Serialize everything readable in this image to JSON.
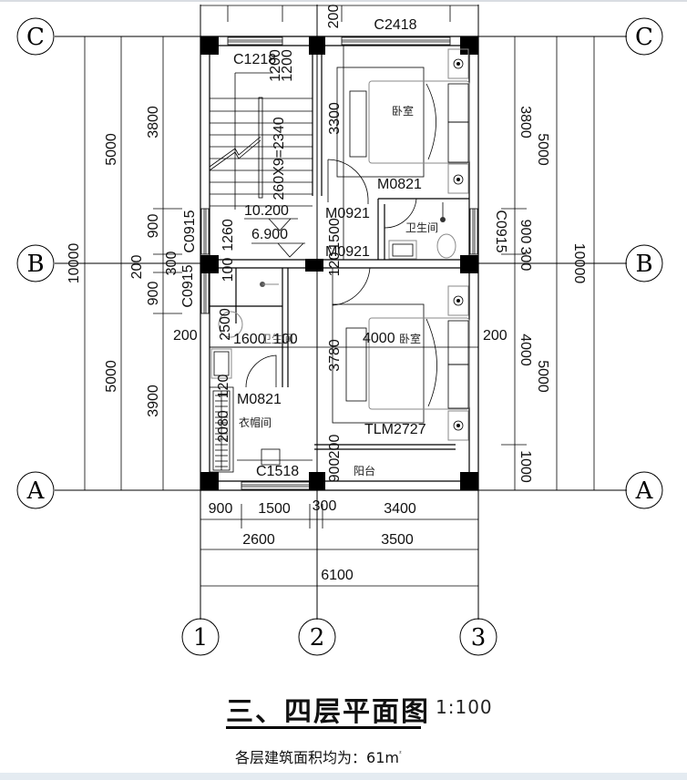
{
  "drawing": {
    "title": "三、四层平面图",
    "scale": "1:100",
    "area_note_prefix": "各层建筑面积均为：",
    "area_value": "61m",
    "area_unit_sup": "²"
  },
  "axes": {
    "rows": [
      {
        "id": "row-c",
        "label": "C"
      },
      {
        "id": "row-b",
        "label": "B"
      },
      {
        "id": "row-a",
        "label": "A"
      }
    ],
    "cols": [
      {
        "id": "col-1",
        "label": "1"
      },
      {
        "id": "col-2",
        "label": "2"
      },
      {
        "id": "col-3",
        "label": "3"
      }
    ]
  },
  "rooms": {
    "bedroom_north": "卧室",
    "bedroom_south": "卧室",
    "bathroom_east": "卫生间",
    "bathroom_west": "卫生间",
    "closet": "衣帽间",
    "balcony": "阳台"
  },
  "openings": {
    "window_c1218": "C1218",
    "window_c2418": "C2418",
    "window_c0915_w": "C0915",
    "window_c0915_w2": "C0915",
    "window_c0915_e": "C0915",
    "window_c1518": "C1518",
    "door_m0821_north": "M0821",
    "door_m0921_a": "M0921",
    "door_m0921_b": "M0921",
    "door_m0821_closet": "M0821",
    "door_tlm2727": "TLM2727"
  },
  "stair": {
    "treads": "260X9=2340",
    "level_upper": "10.200",
    "level_lower": "6.900"
  },
  "dimensions": {
    "left_outer": [
      "10000"
    ],
    "left_mid": [
      "5000",
      "5000"
    ],
    "left_inner": [
      "3800",
      "900",
      "300",
      "200",
      "900",
      "3900"
    ],
    "right_outer": [
      "10000"
    ],
    "right_mid": [
      "5000",
      "5000"
    ],
    "right_inner": [
      "3800",
      "900",
      "300",
      "4000",
      "1000"
    ],
    "top_200": "200",
    "stair_1200a": "1200",
    "stair_1200b": "1200",
    "stair_1260": "1260",
    "stair_100": "100",
    "bed_north_3300": "3300",
    "bed_south_3780": "3780",
    "door_1500": "1500",
    "door_120": "120",
    "bath_2500": "2500",
    "bath_1600": "1600",
    "bath_100": "100",
    "west_200": "200",
    "east_200": "200",
    "bed_4000": "4000",
    "balcony_200": "200",
    "balcony_900": "900",
    "closet_2080": "2080",
    "closet_120": "120",
    "bottom_row1": [
      "900",
      "1500",
      "300",
      "3400"
    ],
    "bottom_row2": [
      "2600",
      "3500"
    ],
    "bottom_total": "6100"
  }
}
